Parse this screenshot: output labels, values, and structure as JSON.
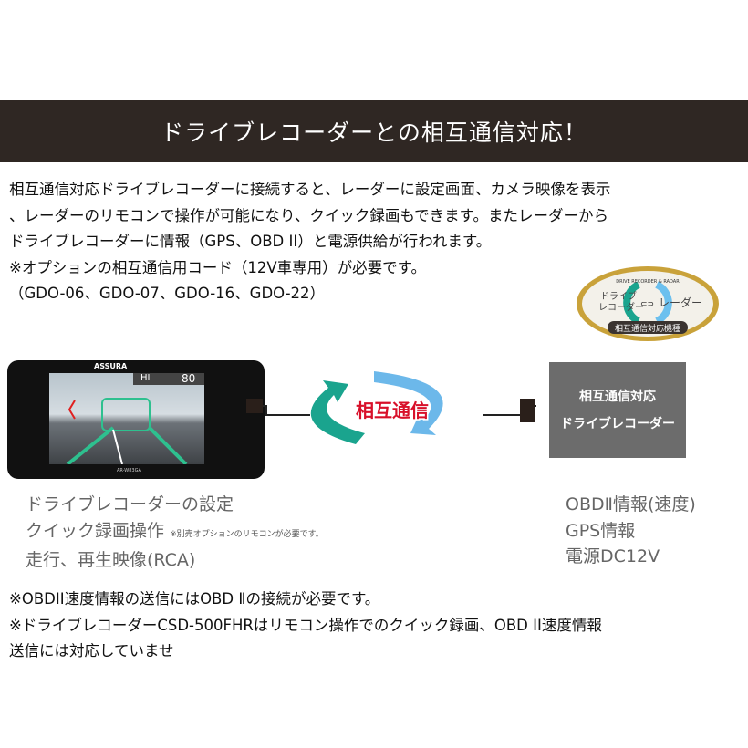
{
  "banner": {
    "title": "ドライブレコーダーとの相互通信対応！"
  },
  "intro": {
    "lines": [
      "相互通信対応ドライブレコーダーに接続すると、レーダーに設定画面、カメラ映像を表示",
      "、レーダーのリモコンで操作が可能になり、クイック録画もできます。またレーダーから",
      "ドライブレコーダーに情報（GPS、OBD II）と電源供給が行われます。",
      "※オプションの相互通信用コード（12V車専用）が必要です。",
      "（GDO-06、GDO-07、GDO-16、GDO-22）"
    ]
  },
  "badge": {
    "top": "DRIVE RECORDER & RADAR",
    "left1": "ドライブ",
    "left2": "レコーダー",
    "right": "レーダー",
    "bottom": "相互通信対応機種"
  },
  "device": {
    "brand": "ASSURA",
    "model": "AR-W83GA",
    "hud_mode": "HI",
    "speed": "80"
  },
  "diagram": {
    "center_label": "相互通信",
    "box_line1": "相互通信対応",
    "box_line2": "ドライブレコーダー",
    "colors": {
      "teal": "#1aa48e",
      "blue": "#5ab4e6",
      "label": "#d8102a"
    }
  },
  "left_caps": {
    "l1": "ドライブレコーダーの設定",
    "l2": "クイック録画操作",
    "l2_note": "※別売オプションのリモコンが必要です。",
    "l3": "走行、再生映像(RCA)"
  },
  "right_caps": {
    "l1": "OBDⅡ情報(速度)",
    "l2": "GPS情報",
    "l3": "電源DC12V"
  },
  "notes": {
    "lines": [
      "※OBDII速度情報の送信にはOBD Ⅱの接続が必要です。",
      "※ドライブレコーダーCSD-500FHRはリモコン操作でのクイック録画、OBD II速度情報",
      "送信には対応していませ"
    ]
  }
}
